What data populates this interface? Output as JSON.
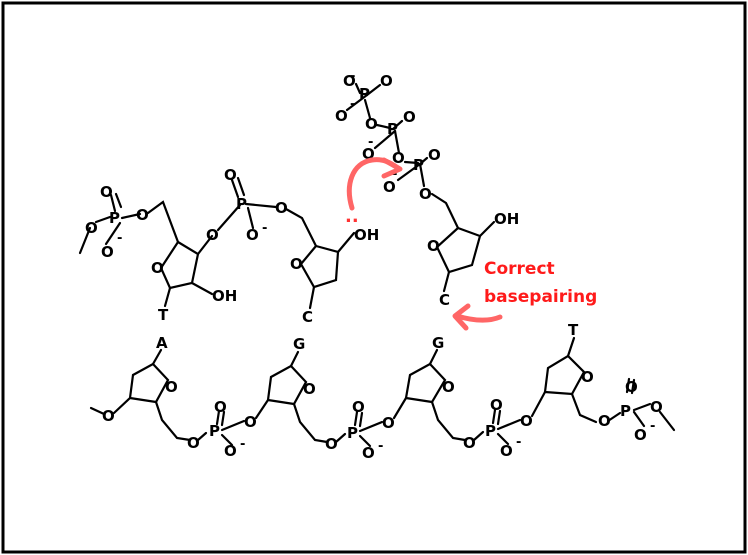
{
  "atoms": {
    "phosphorus": "P",
    "oxygen": "O",
    "hydroxyl": "OH",
    "minus": "-",
    "bases": {
      "template_top_left": "T",
      "template_top_mid": "C",
      "incoming_base": "C",
      "bottom_1": "A",
      "bottom_2": "G",
      "bottom_3": "G",
      "bottom_4": "T"
    }
  },
  "lone_pair": "..",
  "annotation": {
    "line1": "Correct",
    "line2": "basepairing"
  },
  "colors": {
    "bond": "#000000",
    "arrow": "#ff6666",
    "annotation_text": "#ff1a1a",
    "frame": "#000000"
  }
}
